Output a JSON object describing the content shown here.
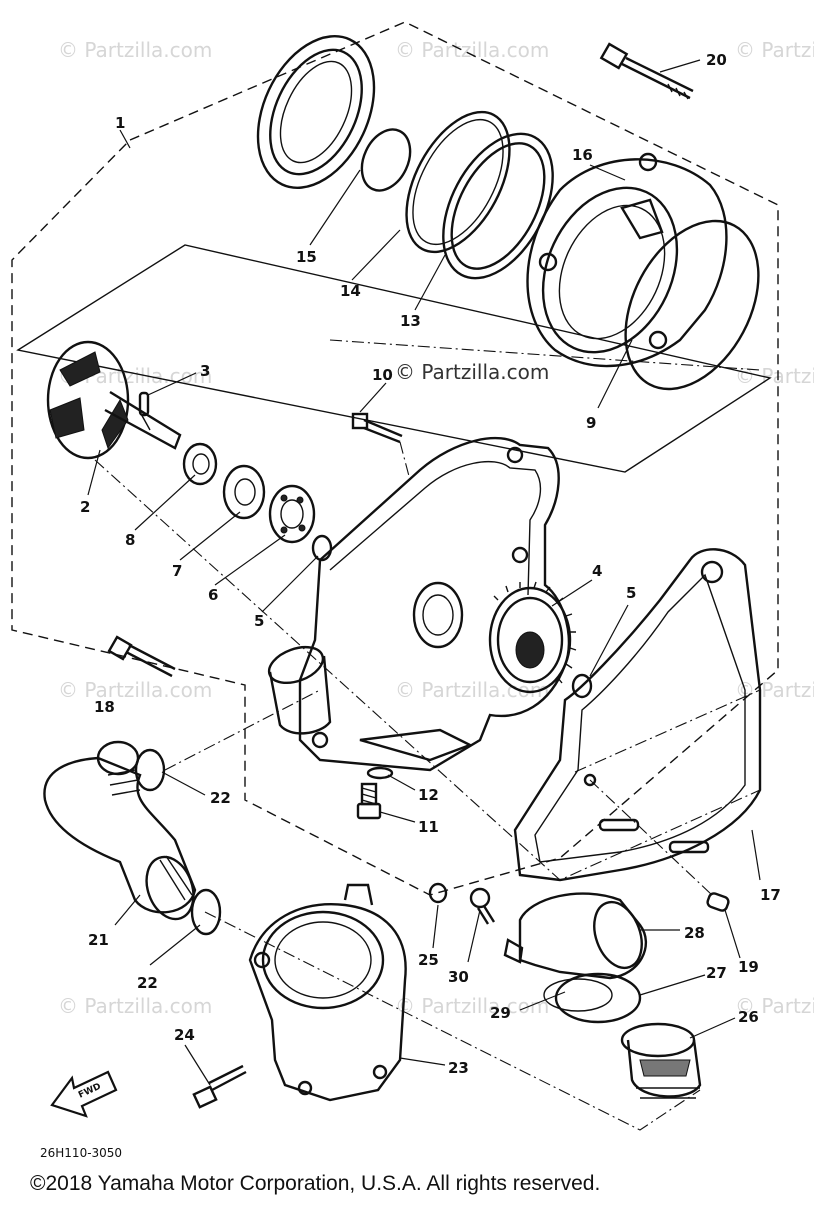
{
  "diagram": {
    "watermark_text": "© Partzilla.com",
    "center_watermark": "© Partzilla.com",
    "diagram_code": "26H110-3050",
    "fwd_label": "FWD",
    "assembly_label": "1",
    "copyright": "©2018  Yamaha Motor Corporation, U.S.A. All rights reserved.",
    "callouts": {
      "c2": "2",
      "c3": "3",
      "c4": "4",
      "c5a": "5",
      "c5b": "5",
      "c6": "6",
      "c7": "7",
      "c8": "8",
      "c9": "9",
      "c10": "10",
      "c11": "11",
      "c12": "12",
      "c13": "13",
      "c14": "14",
      "c15": "15",
      "c16": "16",
      "c17": "17",
      "c18": "18",
      "c19": "19",
      "c20": "20",
      "c21": "21",
      "c22a": "22",
      "c22b": "22",
      "c23": "23",
      "c24": "24",
      "c25": "25",
      "c26": "26",
      "c27": "27",
      "c28": "28",
      "c29": "29",
      "c30": "30"
    }
  }
}
